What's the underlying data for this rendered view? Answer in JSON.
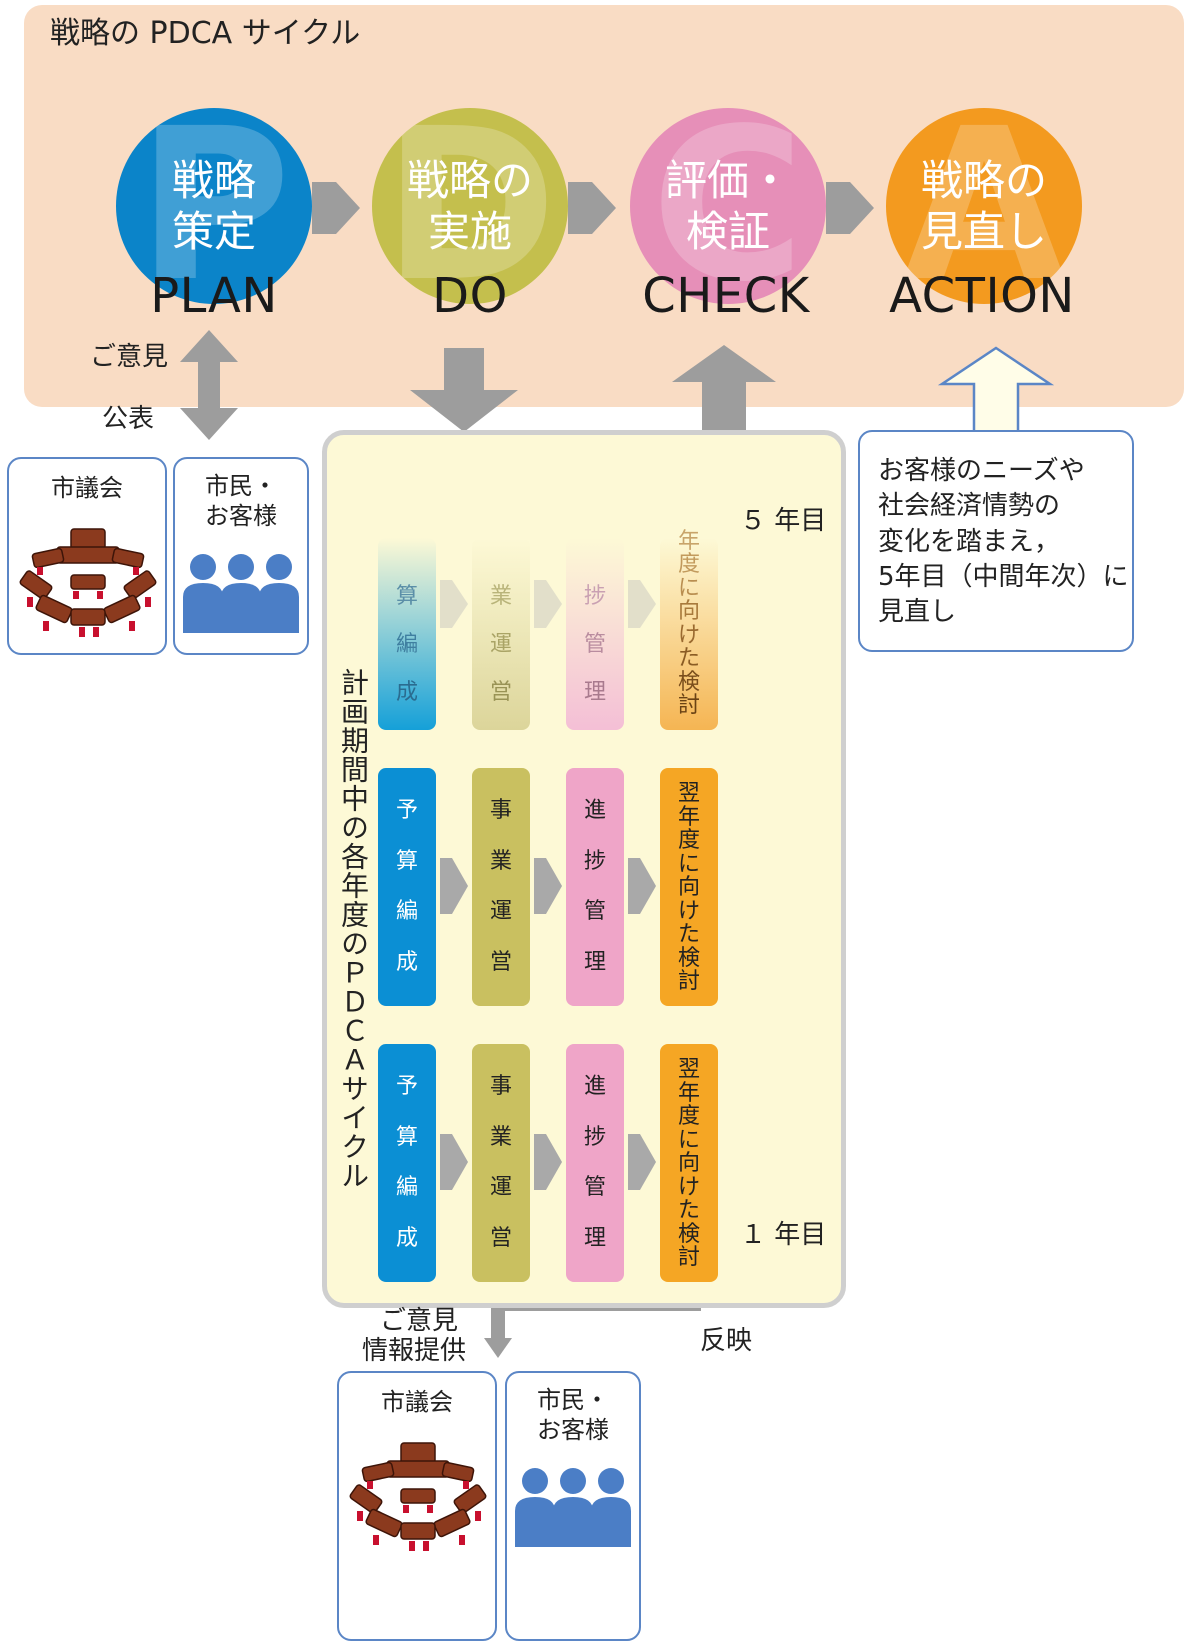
{
  "title": "戦略の PDCA サイクル",
  "stages": [
    {
      "ghost": "P",
      "line1": "戦略",
      "line2": "策定",
      "phase": "PLAN",
      "color": "#0b84c9"
    },
    {
      "ghost": "D",
      "line1": "戦略の",
      "line2": "実施",
      "phase": "DO",
      "color": "#c4bf4d"
    },
    {
      "ghost": "C",
      "line1": "評価・",
      "line2": "検証",
      "phase": "CHECK",
      "color": "#e68fb8"
    },
    {
      "ghost": "A",
      "line1": "戦略の",
      "line2": "見直し",
      "phase": "ACTION",
      "color": "#f39a1f"
    }
  ],
  "top_labels": {
    "opinion": "ご意見",
    "publish": "公表"
  },
  "stakeholders": {
    "council": "市議会",
    "citizens_line1": "市民・",
    "citizens_line2": "お客様"
  },
  "panel": {
    "vertical_label": "計画期間中の各年度のＰＤＣＡサイクル",
    "year5": "５ 年目",
    "year1": "１ 年目",
    "columns": [
      {
        "chars": [
          "予",
          "算",
          "編",
          "成"
        ],
        "color": "#0b8fd4"
      },
      {
        "chars": [
          "事",
          "業",
          "運",
          "営"
        ],
        "color": "#c9c060"
      },
      {
        "chars": [
          "進",
          "捗",
          "管",
          "理"
        ],
        "color": "#efa5c8"
      },
      {
        "chars": [
          "翌",
          "年",
          "度",
          "に",
          "向",
          "け",
          "た",
          "検",
          "討"
        ],
        "color": "#f5a624"
      }
    ]
  },
  "note": [
    "お客様のニーズや",
    "社会経済情勢の",
    "変化を踏まえ，",
    "5年目（中間年次）に",
    "見直し"
  ],
  "bottom_labels": {
    "opinion": "ご意見",
    "info": "情報提供",
    "reflect": "反映"
  }
}
